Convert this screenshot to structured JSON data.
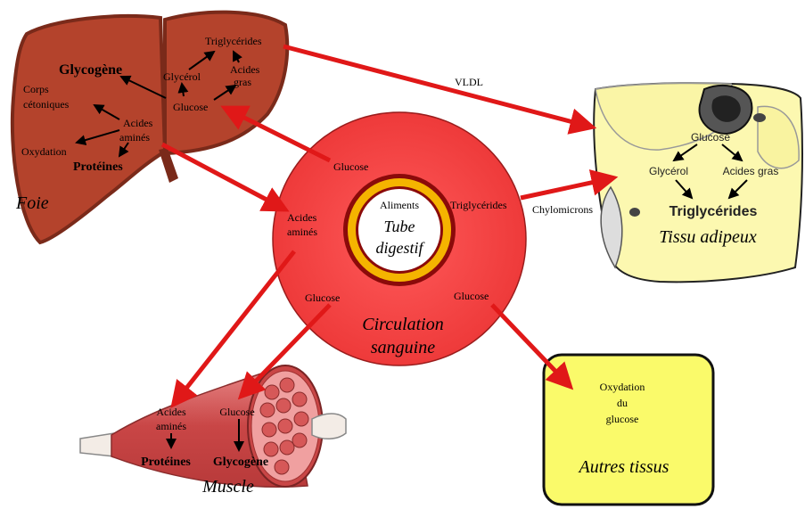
{
  "liver": {
    "name": "Foie",
    "triglycerides": "Triglycérides",
    "glycogen": "Glycogène",
    "glycerol": "Glycérol",
    "fatty_acids": [
      "Acides",
      "gras"
    ],
    "ketone_bodies": [
      "Corps",
      "cétoniques"
    ],
    "glucose": "Glucose",
    "amino_acids": [
      "Acides",
      "aminés"
    ],
    "oxidation": "Oxydation",
    "proteins": "Protéines"
  },
  "blood": {
    "name": [
      "Circulation",
      "sanguine"
    ],
    "glucose_to_liver": "Glucose",
    "amino_acids": [
      "Acides",
      "aminés"
    ],
    "triglycerides": "Triglycérides",
    "glucose_to_muscle": "Glucose",
    "glucose_to_tissues": "Glucose"
  },
  "gut": {
    "food": "Aliments",
    "name": [
      "Tube",
      "digestif"
    ]
  },
  "transport": {
    "vldl": "VLDL",
    "chylomicrons": "Chylomicrons"
  },
  "adipose": {
    "name": "Tissu adipeux",
    "glucose": "Glucose",
    "glycerol": "Glycérol",
    "fatty_acids": "Acides gras",
    "triglycerides": "Triglycérides"
  },
  "muscle": {
    "name": "Muscle",
    "amino_acids": [
      "Acides",
      "aminés"
    ],
    "glucose": "Glucose",
    "proteins": "Protéines",
    "glycogen": "Glycogène"
  },
  "other": {
    "name": "Autres tissus",
    "oxidation": [
      "Oxydation",
      "du",
      "glucose"
    ]
  },
  "colors": {
    "liver": "#b4432c",
    "liver_dark": "#7a2a1a",
    "blood": "#f04545",
    "arrow_red": "#e01818",
    "gut_ring": "#f5b400",
    "gut_dark": "#8b0a0a",
    "adipose": "#fcf8b0",
    "other_box": "#fafa6a",
    "muscle": "#d96060"
  }
}
